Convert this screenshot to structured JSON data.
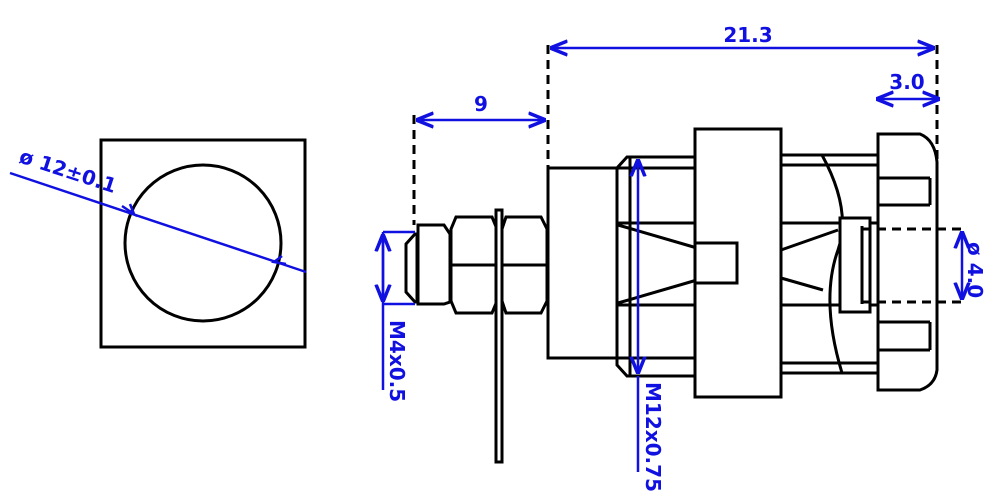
{
  "dimensions": {
    "overall_length": "21.3",
    "stud_length": "9",
    "cap_length": "3.0",
    "front_diameter": "ø 12±0.1",
    "small_thread": "M4x0.5",
    "main_thread": "M12x0.75",
    "hole_diameter": "ø 4.0"
  },
  "colors": {
    "dimension": "#1010e0",
    "outline": "#000000"
  }
}
